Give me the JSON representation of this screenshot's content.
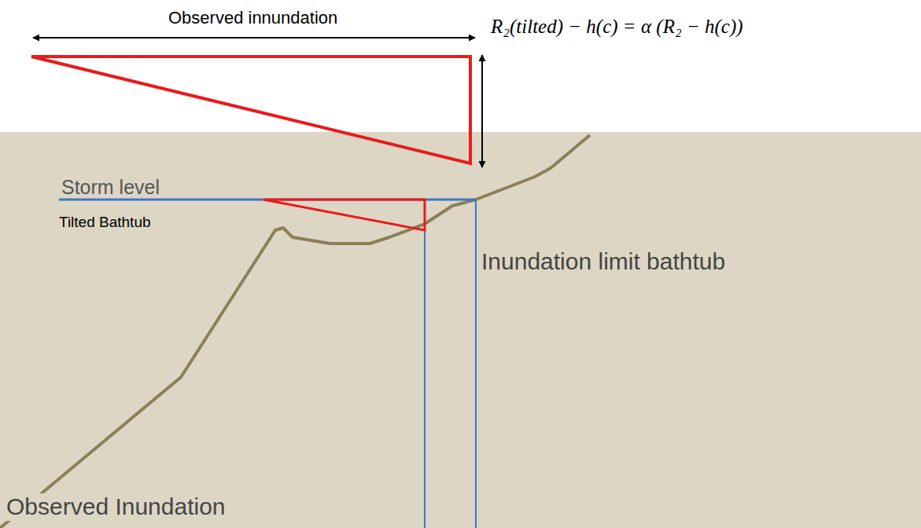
{
  "diagram": {
    "labels": [
      "Observed innundation",
      "R₂(tilted) − h(c) = α (R₂ − h(c))",
      "Storm level",
      "Tilted Bathtub",
      "Inundation limit bathtub",
      "Observed Inundation"
    ]
  }
}
